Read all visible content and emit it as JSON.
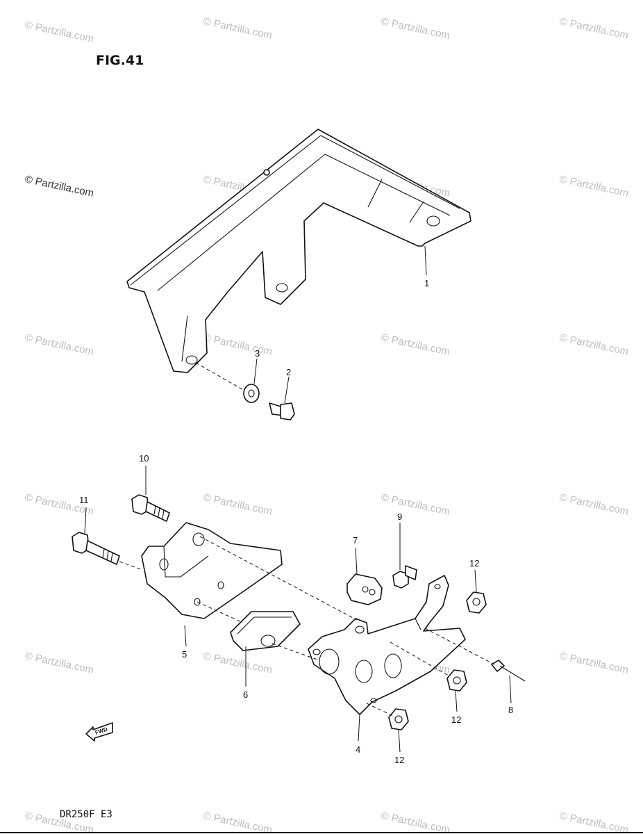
{
  "figure": {
    "title": "FIG.41",
    "model_code": "DR250F E3",
    "fwd_label": "FWD"
  },
  "watermark": {
    "text": "© Partzilla.com"
  },
  "callouts": [
    "1",
    "2",
    "3",
    "4",
    "5",
    "6",
    "7",
    "8",
    "9",
    "10",
    "11",
    "12",
    "12",
    "12"
  ]
}
